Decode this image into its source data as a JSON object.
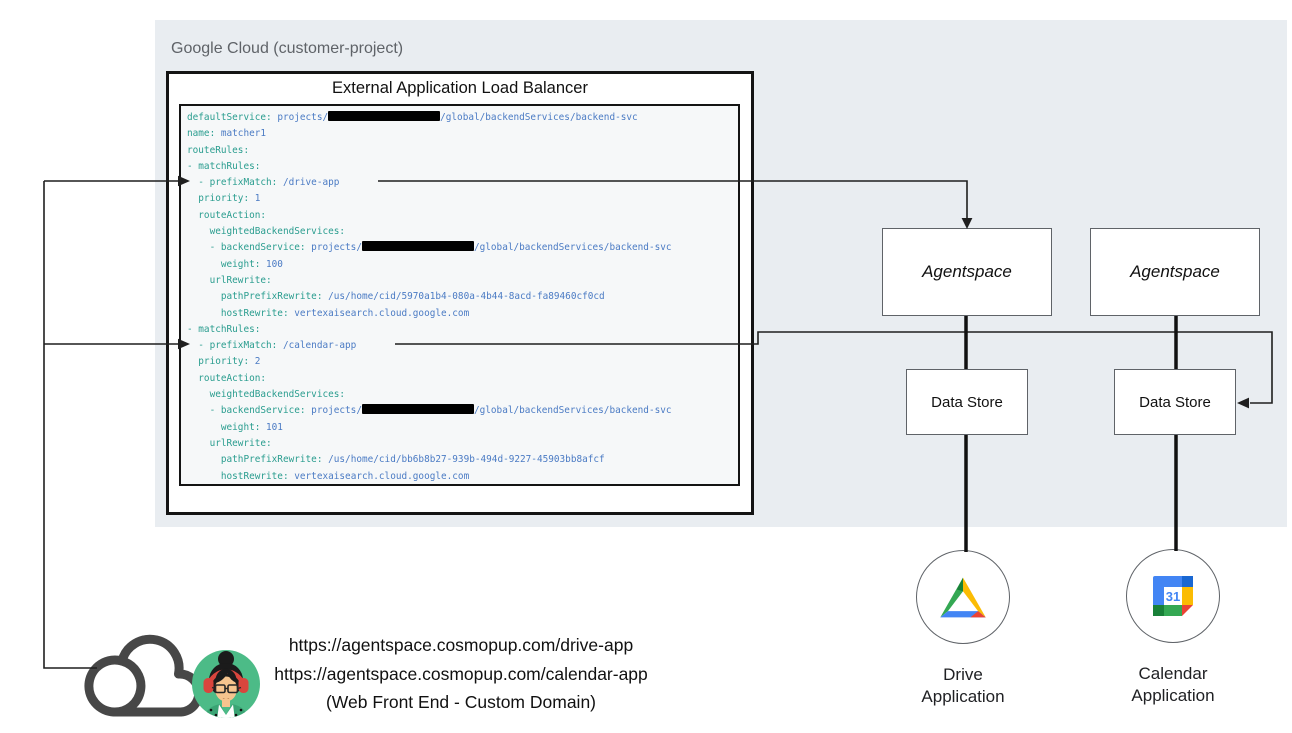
{
  "panel": {
    "label": "Google Cloud (customer-project)"
  },
  "elb": {
    "title": "External Application Load Balancer"
  },
  "code": {
    "redacted_token": "[REDACTED]",
    "lines": [
      "defaultService: projects/[REDACTED]/global/backendServices/backend-svc",
      "name: matcher1",
      "routeRules:",
      "- matchRules:",
      "  - prefixMatch: /drive-app",
      "  priority: 1",
      "  routeAction:",
      "    weightedBackendServices:",
      "    - backendService: projects/[REDACTED]/global/backendServices/backend-svc",
      "      weight: 100",
      "    urlRewrite:",
      "      pathPrefixRewrite: /us/home/cid/5970a1b4-080a-4b44-8acd-fa89460cf0cd",
      "      hostRewrite: vertexaisearch.cloud.google.com",
      "- matchRules:",
      "  - prefixMatch: /calendar-app",
      "  priority: 2",
      "  routeAction:",
      "    weightedBackendServices:",
      "    - backendService: projects/[REDACTED]/global/backendServices/backend-svc",
      "      weight: 101",
      "    urlRewrite:",
      "      pathPrefixRewrite: /us/home/cid/bb6b8b27-939b-494d-9227-45903bb8afcf",
      "      hostRewrite: vertexaisearch.cloud.google.com"
    ]
  },
  "nodes": {
    "agentspace1": "Agentspace",
    "agentspace2": "Agentspace",
    "datastore1": "Data Store",
    "datastore2": "Data Store",
    "drive_label": [
      "Drive",
      "Application"
    ],
    "calendar_label": [
      "Calendar",
      "Application"
    ],
    "calendar_day": "31"
  },
  "frontend": {
    "urls": [
      "https://agentspace.cosmopup.com/drive-app",
      "https://agentspace.cosmopup.com/calendar-app"
    ],
    "caption": "(Web Front End - Custom Domain)"
  },
  "colors": {
    "panel_bg": "#e9edf1",
    "code_key": "#2a9d8f",
    "code_value": "#4b7bc4",
    "google_blue": "#4285f4",
    "google_dark_blue": "#1967d2",
    "google_green": "#34a853",
    "google_dark_green": "#188038",
    "google_yellow": "#fbbc04",
    "google_red": "#ea4335",
    "avatar_bg": "#4cbb87",
    "headphones_red": "#d9453d",
    "cloud_stroke": "#474747"
  }
}
